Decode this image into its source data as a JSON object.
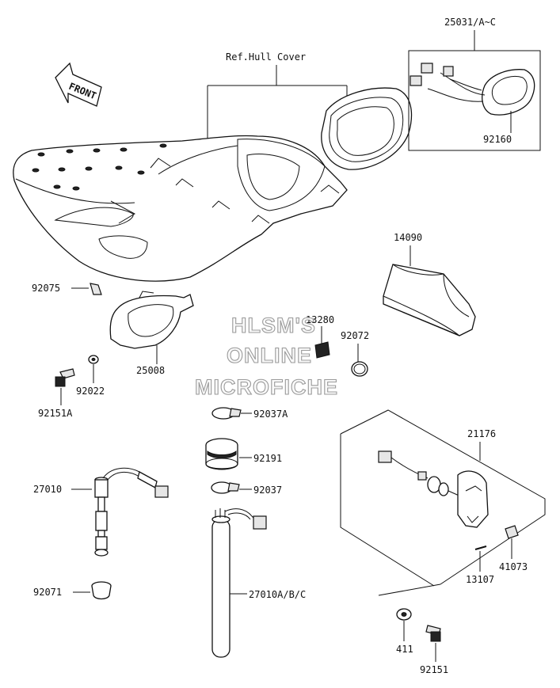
{
  "diagram": {
    "reference_label": "Ref.Hull Cover",
    "front_arrow_text": "FRONT",
    "watermark": [
      "HLSM'S",
      "ONLINE",
      "MICROFICHE"
    ],
    "labels": {
      "p25031": "25031/A~C",
      "p92160": "92160",
      "p14090": "14090",
      "p92075": "92075",
      "p13280": "13280",
      "p92072": "92072",
      "p25008": "25008",
      "p92022": "92022",
      "p92151A": "92151A",
      "p92037A": "92037A",
      "p21176": "21176",
      "p92191": "92191",
      "p27010": "27010",
      "p92037": "92037",
      "p41073": "41073",
      "p13107": "13107",
      "p92071": "92071",
      "p27010ABC": "27010A/B/C",
      "p411": "411",
      "p92151": "92151"
    }
  }
}
